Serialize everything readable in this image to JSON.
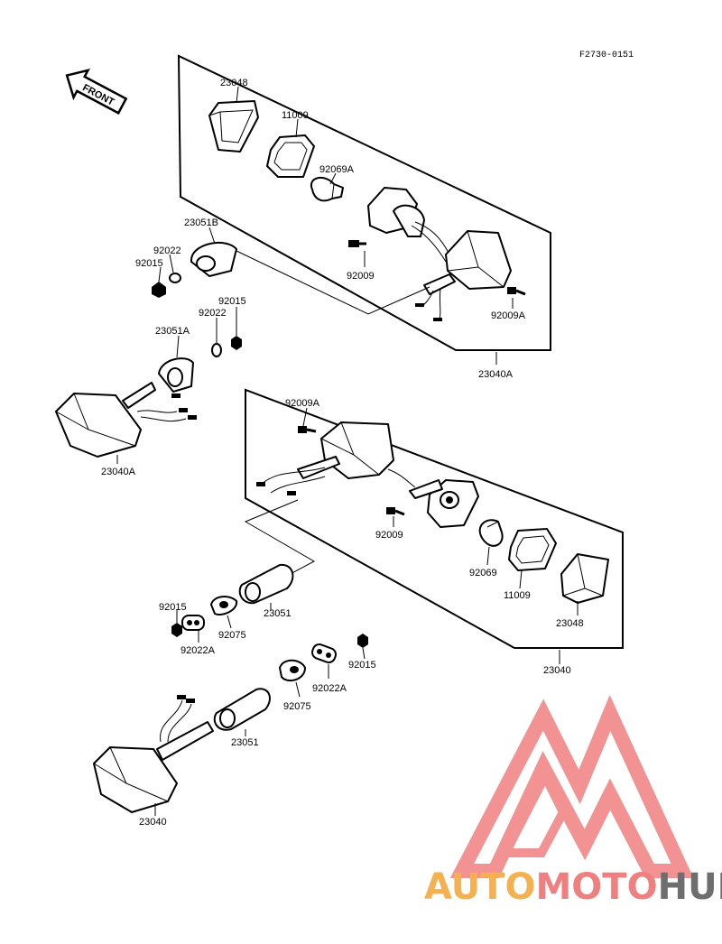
{
  "diagram": {
    "figure_code": "F2730-0151",
    "front_arrow_label": "FRONT",
    "labels": {
      "23048_top": "23048",
      "11009_top": "11009",
      "92069A": "92069A",
      "23051B": "23051B",
      "92022_left": "92022",
      "92015_left": "92015",
      "92009_top": "92009",
      "92009A_top": "92009A",
      "92015_mid": "92015",
      "92022_mid": "92022",
      "23051A": "23051A",
      "23040A_box": "23040A",
      "23040A_left": "23040A",
      "92009A_mid": "92009A",
      "92009_mid": "92009",
      "92069": "92069",
      "11009_mid": "11009",
      "23048_mid": "23048",
      "23051_mid": "23051",
      "92015_low": "92015",
      "92075_low": "92075",
      "92022A_low": "92022A",
      "23040_box": "23040",
      "92015_right": "92015",
      "92022A_right": "92022A",
      "92075_right": "92075",
      "23051_low": "23051",
      "23040_bottom": "23040"
    }
  },
  "watermark": {
    "auto": "AUTO",
    "moto": "MOTO",
    "hub": "HUB",
    "color_auto": "#f5b050",
    "color_moto": "#f07f7f",
    "color_hub": "#6e6e6e",
    "triangle_color": "#f08080"
  }
}
